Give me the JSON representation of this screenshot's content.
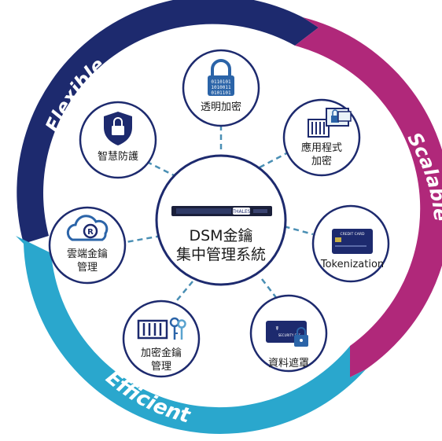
{
  "ring": {
    "top_label": "Flexible",
    "right_label": "Scalable",
    "bottom_label": "Efficient",
    "colors": {
      "navy": "#1d2a6e",
      "magenta": "#b0287a",
      "cyan": "#2aa7cd"
    }
  },
  "center": {
    "line1": "DSM金鑰",
    "line2": "集中管理系統",
    "device_badge": "THALES"
  },
  "nodes": {
    "transparent_encryption": {
      "label": "透明加密",
      "icon": "padlock-binary-icon"
    },
    "app_encryption": {
      "label_line1": "應用程式",
      "label_line2": "加密",
      "icon": "server-lock-icon"
    },
    "tokenization": {
      "label": "Tokenization",
      "card_text": "CREDIT CARD",
      "icon": "credit-card-icon"
    },
    "data_masking": {
      "label": "資料遮罩",
      "card_text": "SECURITY SSS",
      "icon": "id-card-lock-icon"
    },
    "key_management": {
      "label_line1": "加密金鑰",
      "label_line2": "管理",
      "icon": "server-keys-icon"
    },
    "cloud_key_management": {
      "label_line1": "雲端金鑰",
      "label_line2": "管理",
      "icon": "cloud-key-icon"
    },
    "smart_protection": {
      "label": "智慧防護",
      "icon": "shield-lock-icon"
    }
  },
  "colors": {
    "node_stroke": "#1d2a6e",
    "connector": "#4a8fb4",
    "icon_blue": "#2b64a8",
    "text": "#1a1a1a"
  }
}
